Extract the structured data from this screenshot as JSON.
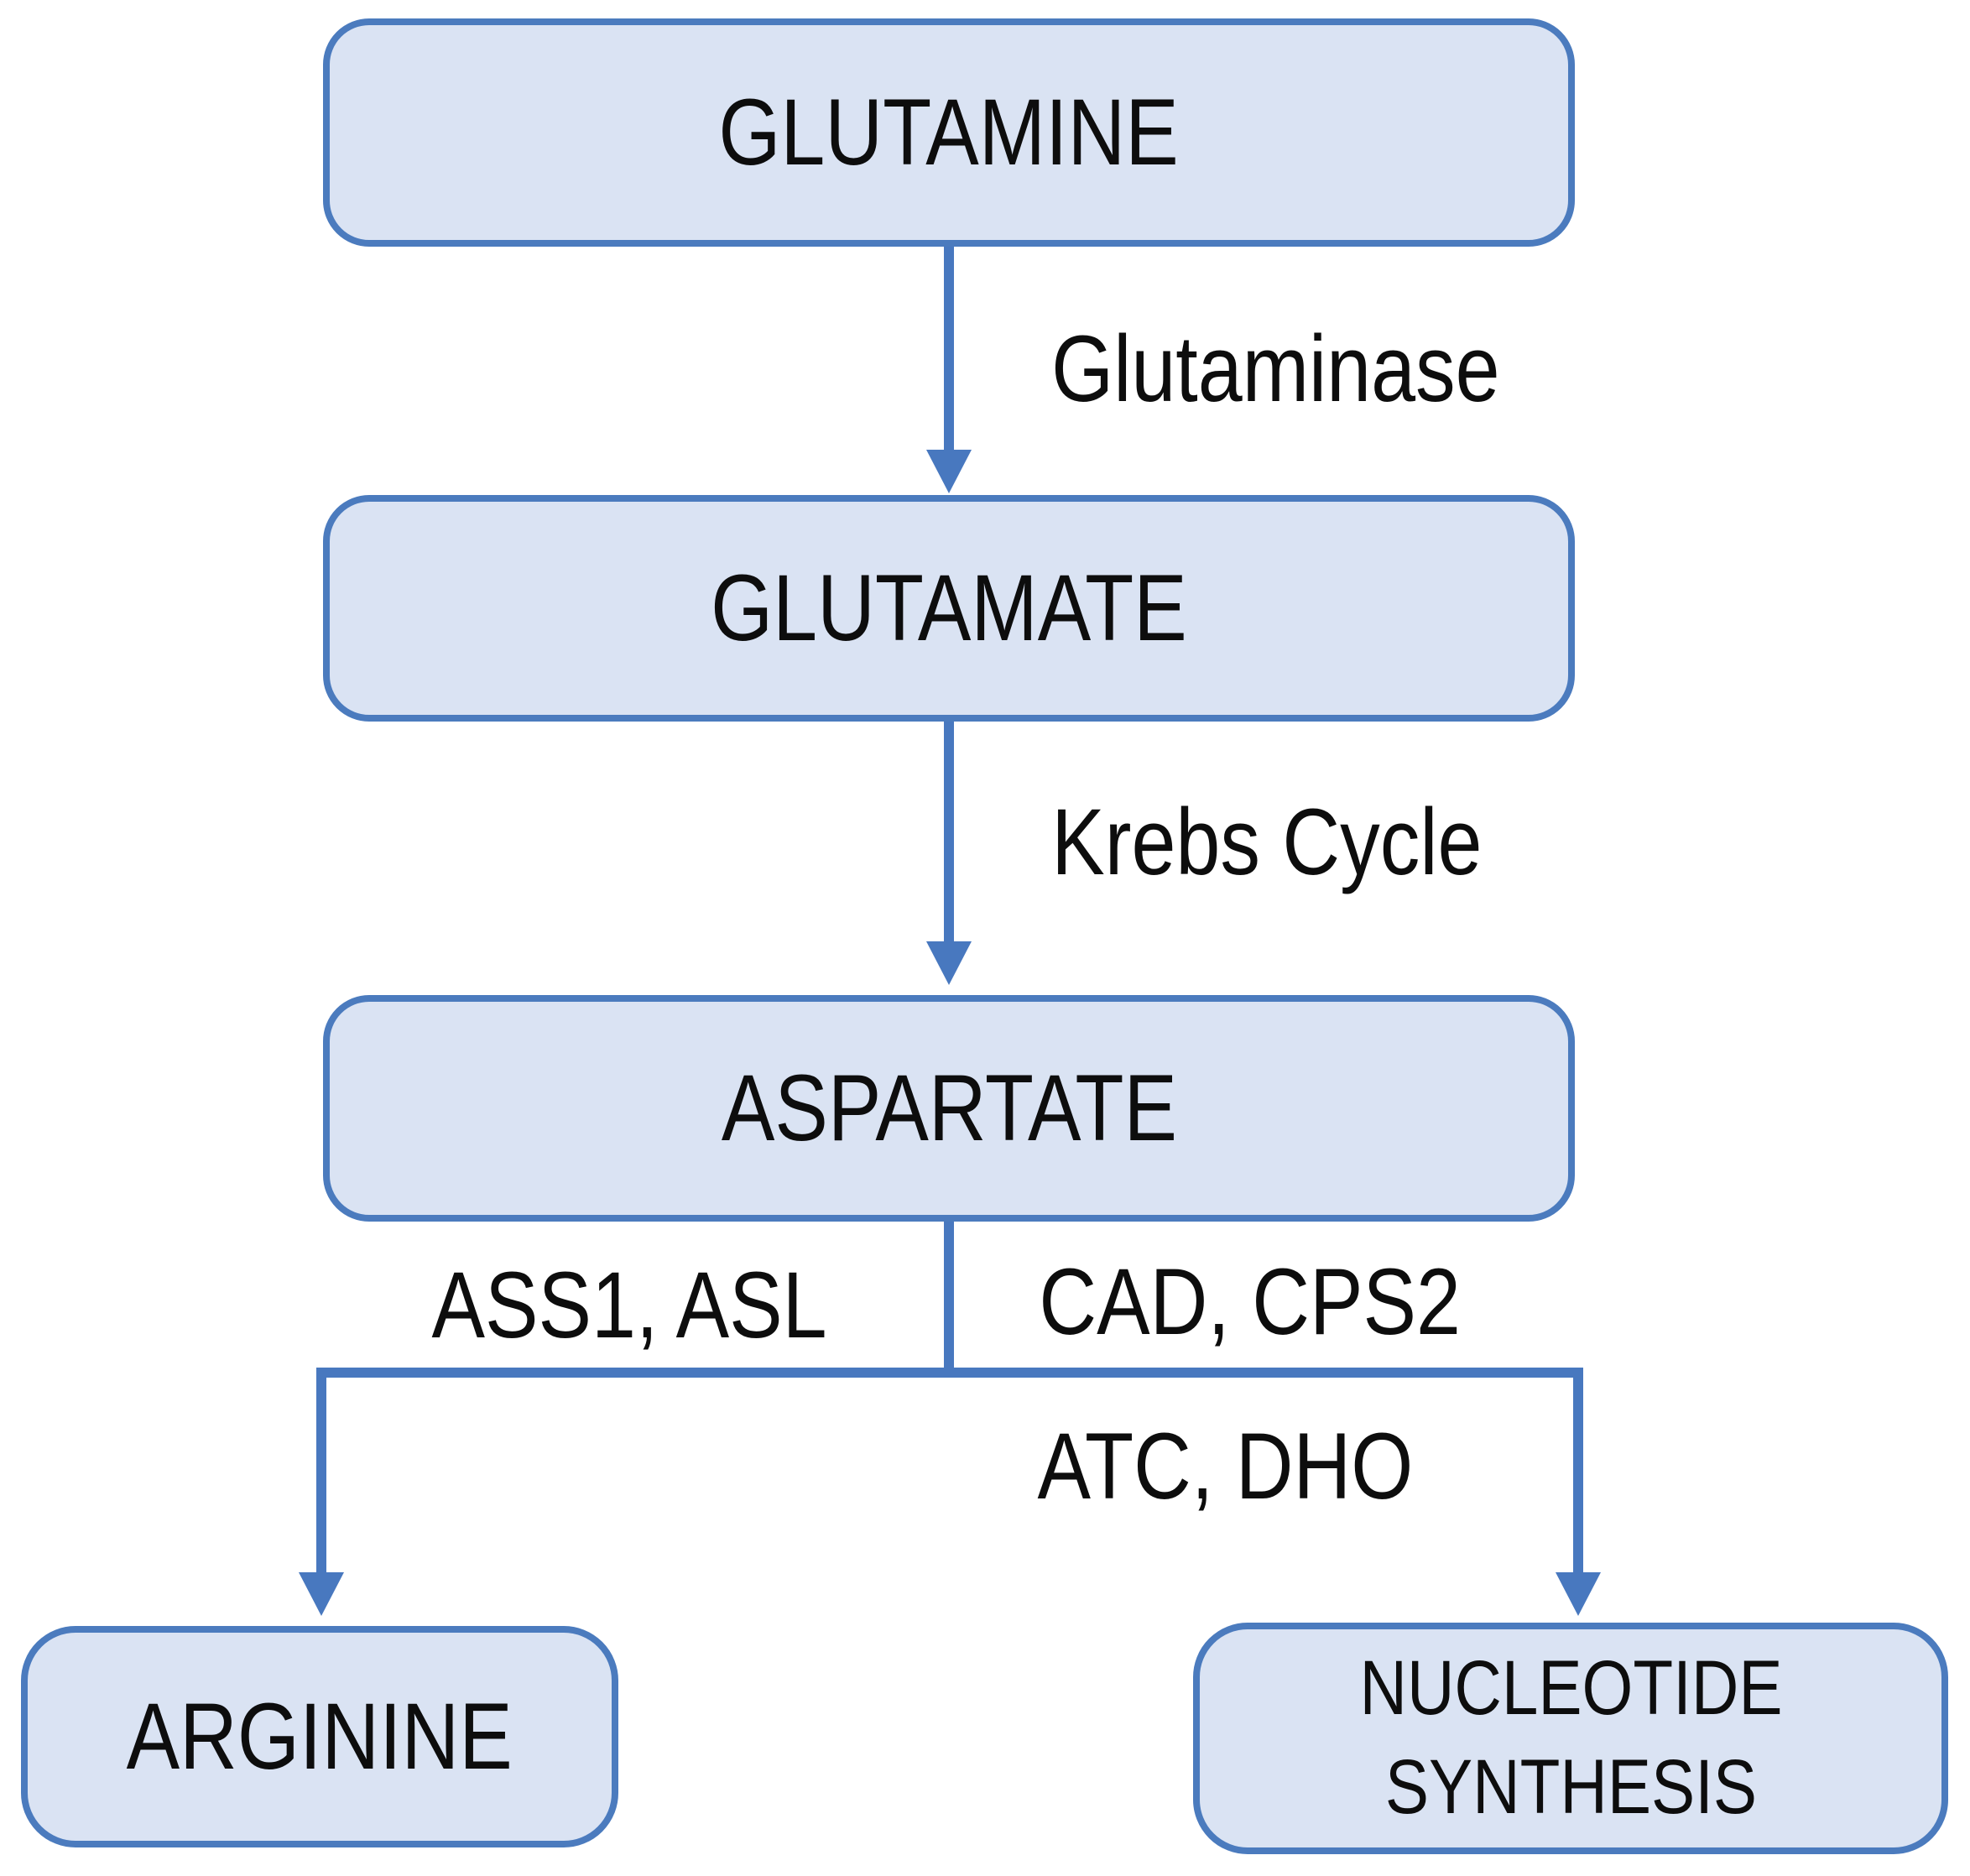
{
  "diagram": {
    "type": "flowchart",
    "description": "Glutamine metabolic pathway",
    "colors": {
      "background": "#ffffff",
      "node-fill": "#dae3f3",
      "node-border": "#4b7bbe",
      "connector": "#4878bf",
      "text": "#0d0d0d"
    },
    "nodes": [
      {
        "id": "glutamine",
        "label": "GLUTAMINE"
      },
      {
        "id": "glutamate",
        "label": "GLUTAMATE"
      },
      {
        "id": "aspartate",
        "label": "ASPARTATE"
      },
      {
        "id": "arginine",
        "label": "ARGININE"
      },
      {
        "id": "nucleotide-synthesis",
        "label": "NUCLEOTIDE SYNTHESIS",
        "lines": [
          "NUCLEOTIDE",
          "SYNTHESIS"
        ]
      }
    ],
    "edges": [
      {
        "from": "GLUTAMINE",
        "to": "GLUTAMATE",
        "label": "Glutaminase"
      },
      {
        "from": "GLUTAMATE",
        "to": "ASPARTATE",
        "label": "Krebs Cycle"
      },
      {
        "from": "ASPARTATE",
        "to": "ARGININE",
        "label": "ASS1, ASL"
      },
      {
        "from": "ASPARTATE",
        "to": "NUCLEOTIDE SYNTHESIS",
        "labels": [
          "CAD, CPS2",
          "ATC, DHO"
        ]
      }
    ]
  }
}
